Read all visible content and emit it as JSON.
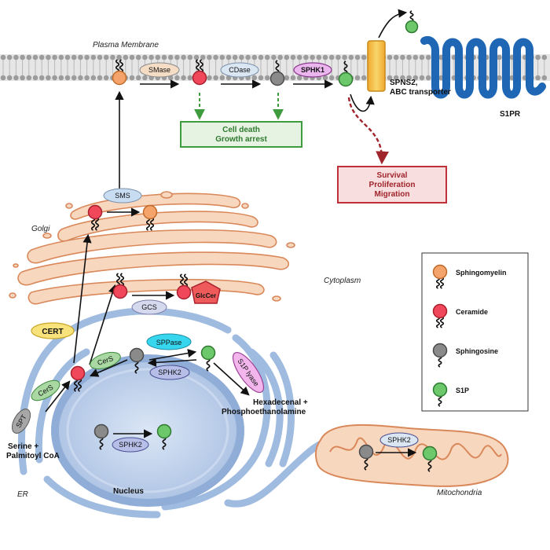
{
  "labels": {
    "plasma_membrane": "Plasma Membrane",
    "cytoplasm": "Cytoplasm",
    "golgi": "Golgi",
    "er": "ER",
    "nucleus": "Nucleus",
    "mitochondria": "Mitochondria"
  },
  "enzymes": {
    "smase": "SMase",
    "cdase": "CDase",
    "sphk1": "SPHK1",
    "sms": "SMS",
    "gcs": "GCS",
    "cert": "CERT",
    "cers_er": "CerS",
    "cers_nuc": "CerS",
    "spt": "SPT",
    "sppase": "SPPase",
    "sphk2_er": "SPHK2",
    "s1p_lyase": "S1P lyase",
    "sphk2_nucleus": "SPHK2",
    "sphk2_mito": "SPHK2"
  },
  "products": {
    "glccer": "GlcCer",
    "hexadecenal_line1": "Hexadecenal +",
    "hexadecenal_line2": "Phosphoethanolamine",
    "serine_line1": "Serine +",
    "serine_line2": "Palmitoyl CoA",
    "transporter_line1": "SPNS2,",
    "transporter_line2": "ABC transporter",
    "receptor": "S1PR"
  },
  "outcomes": {
    "cell_death_line1": "Cell death",
    "cell_death_line2": "Growth arrest",
    "survival_line1": "Survival",
    "survival_line2": "Proliferation",
    "survival_line3": "Migration"
  },
  "legend": [
    {
      "label": "Sphingomyelin",
      "color": "#f4a36a",
      "stroke": "#c06a2a"
    },
    {
      "label": "Ceramide",
      "color": "#f0485a",
      "stroke": "#a8202e"
    },
    {
      "label": "Sphingosine",
      "color": "#8a8a8a",
      "stroke": "#4a4a4a"
    },
    {
      "label": "S1P",
      "color": "#6cc86a",
      "stroke": "#2f7a30"
    }
  ],
  "colors": {
    "sphingomyelin": "#f4a36a",
    "ceramide": "#f0485a",
    "sphingosine": "#8a8a8a",
    "s1p": "#6cc86a",
    "golgi_fill": "#f8d7bf",
    "er_fill": "#b7cde6",
    "receptor": "#1f67b5",
    "transporter": "#f4c145",
    "death_border": "#3e9b3e",
    "survival_border": "#c03038"
  }
}
